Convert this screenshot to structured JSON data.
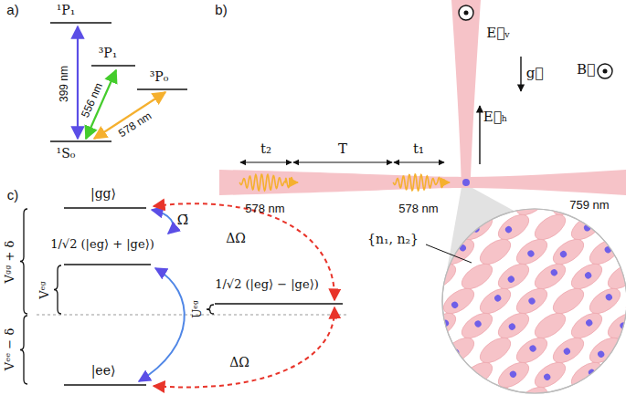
{
  "diagram": {
    "labels": [
      "a)",
      "¹P₁",
      "³P₁",
      "³P₀",
      "¹S₀",
      "399 nm",
      "556 nm",
      "578 nm",
      "b)",
      "t₂",
      "T",
      "t₁",
      "578 nm",
      "578 nm",
      "759 nm",
      "E⃗ᵥ",
      "g⃗",
      "B⃗",
      "E⃗ₕ",
      "{n₁, n₂}",
      "c)",
      "|gg⟩",
      "Ω̄",
      "ΔΩ",
      "1/√2 (|eg⟩ + |ge⟩)",
      "1/√2 (|eg⟩ − |ge⟩)",
      "Vᵉᵍ",
      "Uᵉᵍ",
      "Vᵍᵍ + δ",
      "Vᵉᵉ − δ",
      "|ee⟩",
      "ΔΩ"
    ]
  }
}
